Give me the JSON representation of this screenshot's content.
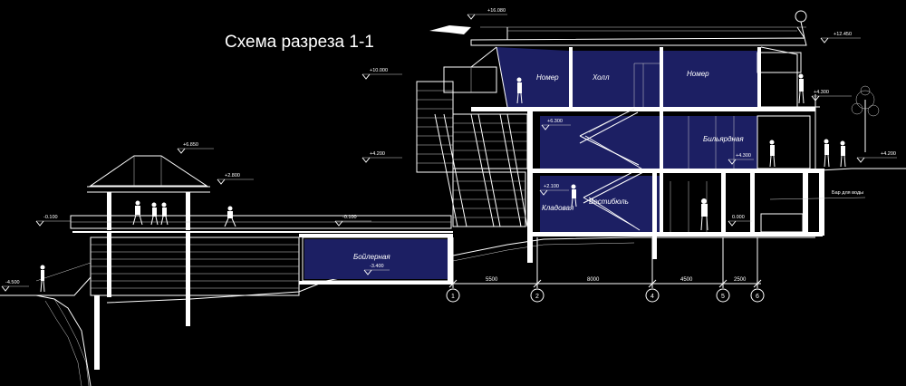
{
  "title": "Схема разреза 1-1",
  "colors": {
    "background": "#000000",
    "room_fill": "#1c1f63",
    "lines": "#ffffff"
  },
  "rooms": {
    "nomer_left": "Номер",
    "holl": "Холл",
    "nomer_right": "Номер",
    "billiard": "Бильярдная",
    "kladovaya": "Кладовая",
    "vestibyul": "Вестибюль",
    "boilernaya": "Бойлерная"
  },
  "levels": {
    "top": "+16.080",
    "roof_right": "+12.450",
    "upper_left": "+10.000",
    "right_terrace": "+4.300",
    "stair_mid": "+6.300",
    "left_mid": "+4.200",
    "right_ground": "+4.200",
    "billiard_floor": "+4.300",
    "gazebo_roof": "+6.850",
    "gazebo_mid": "+2.800",
    "kladovaya": "+2.100",
    "vestibyul_floor": "0.000",
    "deck_left": "-0.100",
    "deck_right": "-0.100",
    "boiler": "-3.400",
    "ground_left": "-4.500"
  },
  "annotation": "Бар для воды",
  "axes": [
    "1",
    "2",
    "4",
    "5",
    "6"
  ],
  "dimensions": [
    "5500",
    "8000",
    "4500",
    "2500"
  ]
}
